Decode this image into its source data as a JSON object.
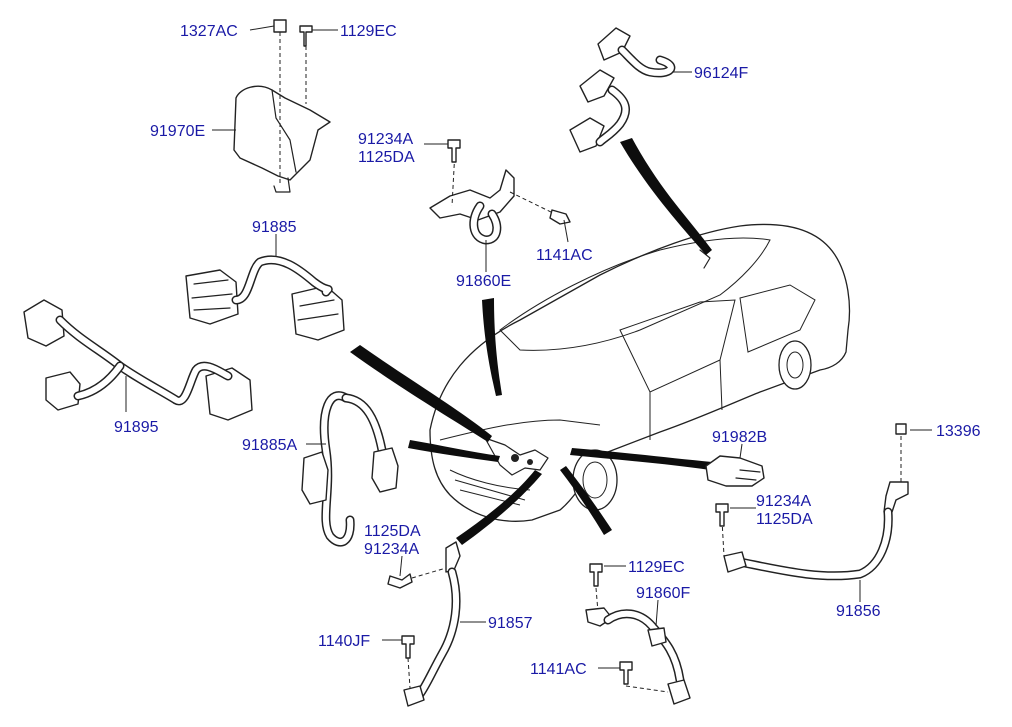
{
  "labels": {
    "p1327AC": "1327AC",
    "p1129EC_top": "1129EC",
    "p96124F": "96124F",
    "p91970E": "91970E",
    "p91234A_top": "91234A",
    "p1125DA_top": "1125DA",
    "p91885": "91885",
    "p1141AC_top": "1141AC",
    "p91860E": "91860E",
    "p91895": "91895",
    "p91885A": "91885A",
    "p91982B": "91982B",
    "p13396": "13396",
    "p91234A_right": "91234A",
    "p1125DA_right": "1125DA",
    "p1125DA_left": "1125DA",
    "p91234A_left": "91234A",
    "p1129EC_bottom": "1129EC",
    "p91860F": "91860F",
    "p91857": "91857",
    "p91856": "91856",
    "p1140JF": "1140JF",
    "p1141AC_bottom": "1141AC"
  },
  "colors": {
    "label": "#1a1aa6",
    "line": "#222222",
    "background": "#ffffff"
  }
}
